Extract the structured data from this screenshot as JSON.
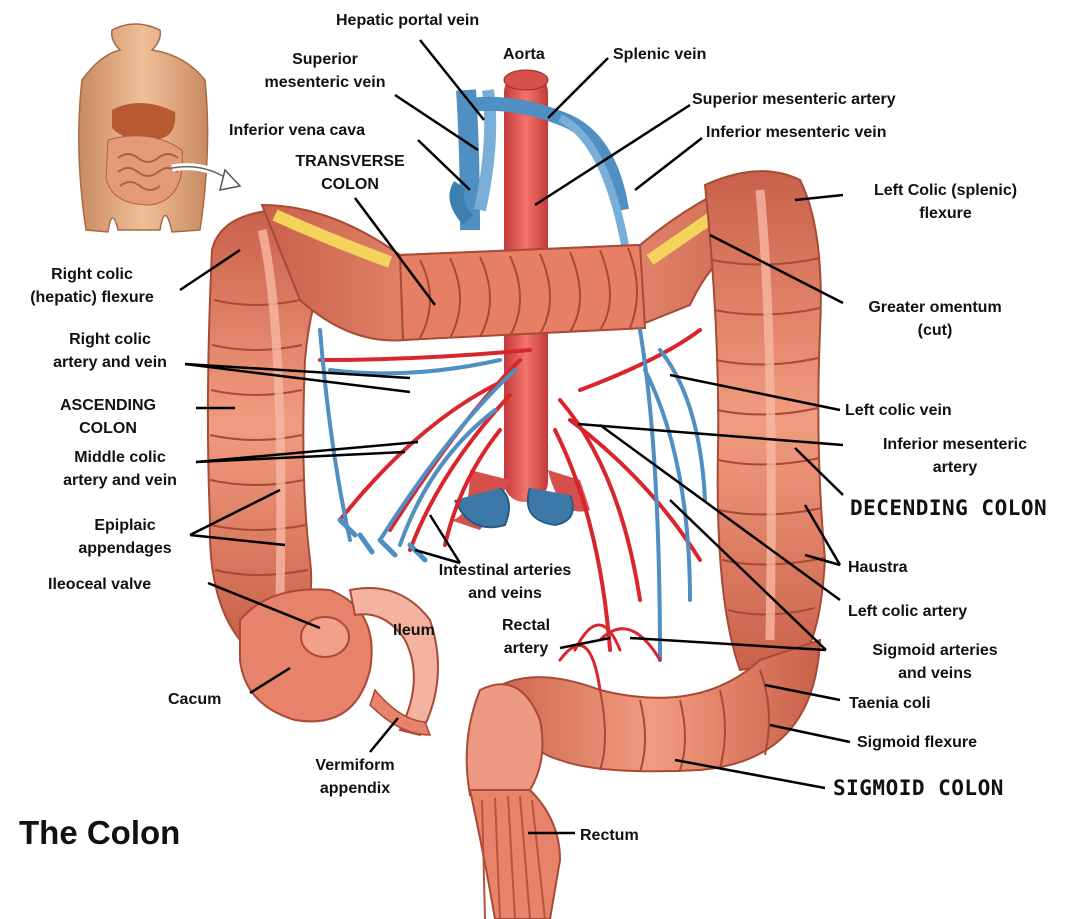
{
  "figure_title": "The Colon",
  "labels": {
    "hepatic_portal_vein": "Hepatic portal vein",
    "aorta": "Aorta",
    "splenic_vein": "Splenic vein",
    "superior_mesenteric_vein_1": "Superior",
    "superior_mesenteric_vein_2": "mesenteric vein",
    "superior_mesenteric_artery": "Superior mesenteric artery",
    "inferior_vena_cava": "Inferior vena cava",
    "inferior_mesenteric_vein": "Inferior mesenteric vein",
    "transverse_colon_1": "TRANSVERSE",
    "transverse_colon_2": "COLON",
    "left_colic_flexure_1": "Left Colic (splenic)",
    "left_colic_flexure_2": "flexure",
    "right_colic_flexure_1": "Right colic",
    "right_colic_flexure_2": "(hepatic) flexure",
    "greater_omentum_1": "Greater omentum",
    "greater_omentum_2": "(cut)",
    "right_colic_artery_1": "Right colic",
    "right_colic_artery_2": "artery and vein",
    "ascending_colon_1": "ASCENDING",
    "ascending_colon_2": "COLON",
    "left_colic_vein": "Left colic vein",
    "inferior_mesenteric_artery_1": "Inferior mesenteric",
    "inferior_mesenteric_artery_2": "artery",
    "middle_colic_1": "Middle colic",
    "middle_colic_2": "artery and vein",
    "decending_colon": "DECENDING COLON",
    "epiplaic_1": "Epiplaic",
    "epiplaic_2": "appendages",
    "haustra": "Haustra",
    "ileocecal_valve": "Ileoceal valve",
    "intestinal_1": "Intestinal arteries",
    "intestinal_2": "and veins",
    "left_colic_artery": "Left colic artery",
    "ileum": "Ileum",
    "rectal_artery_1": "Rectal",
    "rectal_artery_2": "artery",
    "sigmoid_arteries_1": "Sigmoid arteries",
    "sigmoid_arteries_2": "and veins",
    "cacum": "Cacum",
    "taenia_coli": "Taenia coli",
    "sigmoid_flexure": "Sigmoid flexure",
    "vermiform_1": "Vermiform",
    "vermiform_2": "appendix",
    "sigmoid_colon": "SIGMOID COLON",
    "rectum": "Rectum"
  },
  "colors": {
    "colon": "#e8846a",
    "colon_dark": "#b9543c",
    "colon_light": "#f6b39c",
    "artery": "#d8262c",
    "vein": "#4f8fc2",
    "omentum": "#f3d35c",
    "skin": "#dea67f"
  }
}
